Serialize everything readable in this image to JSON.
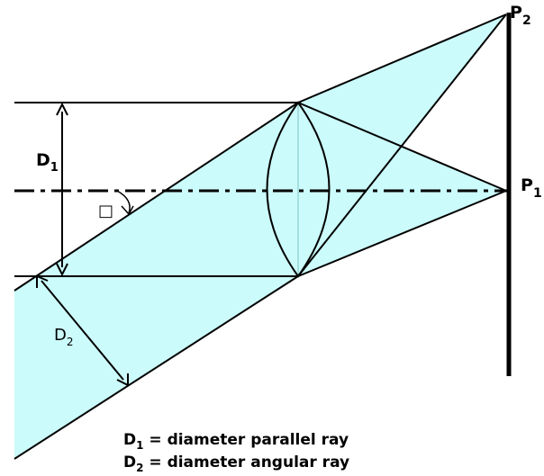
{
  "colors": {
    "beam_fill": "#ccfbfb",
    "stroke": "#000000",
    "background": "#ffffff"
  },
  "labels": {
    "p2": {
      "main": "P",
      "sub": "2"
    },
    "p1": {
      "main": "P",
      "sub": "1"
    },
    "d1": {
      "main": "D",
      "sub": "1"
    },
    "d2": {
      "main": "D",
      "sub": "2"
    },
    "angle_symbol": "□"
  },
  "legend": [
    {
      "main": "D",
      "sub": "1",
      "text": " = diameter parallel ray"
    },
    {
      "main": "D",
      "sub": "2",
      "text": " = diameter angular ray"
    }
  ]
}
